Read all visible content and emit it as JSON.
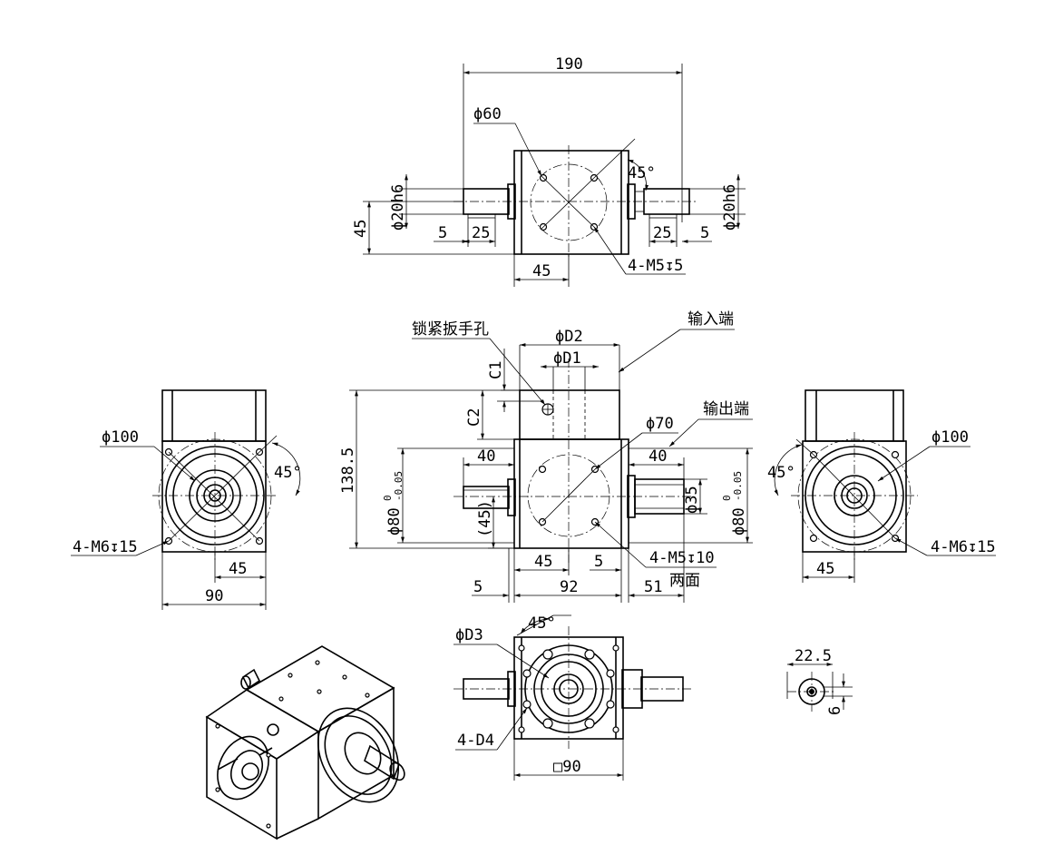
{
  "top_view": {
    "width": "190",
    "bolt_circle": "ϕ60",
    "angle": "45°",
    "shaft_left": "ϕ20h6",
    "shaft_right": "ϕ20h6",
    "height": "45",
    "key_gap_left": "5",
    "key_len_left": "25",
    "key_len_right": "25",
    "key_gap_right": "5",
    "offset": "45",
    "tap": "4-M5↧5"
  },
  "front_view": {
    "wrench_hole": "锁紧扳手孔",
    "input_end": "输入端",
    "output_end": "输出端",
    "d2": "ϕD2",
    "d1": "ϕD1",
    "c1": "C1",
    "c2": "C2",
    "height": "138.5",
    "pilot_left_main": "ϕ80",
    "pilot_left_up": "0",
    "pilot_left_low": "-0.05",
    "pilot_right_main": "ϕ80",
    "pilot_right_up": "0",
    "pilot_right_low": "-0.05",
    "shaft_len_left": "40",
    "shaft_len_right": "40",
    "bolt_circle": "ϕ70",
    "shaft_dia": "ϕ35",
    "shaft_height": "(45)",
    "offset_45": "45",
    "dim_5": "5",
    "tap": "4-M5↧10",
    "both_sides": "两面",
    "dim_5_bottom": "5",
    "width_92": "92",
    "dim_51": "51"
  },
  "left_view": {
    "flange": "ϕ100",
    "angle": "45°",
    "tap": "4-M6↧15",
    "offset": "45",
    "width": "90"
  },
  "right_view": {
    "flange": "ϕ100",
    "angle": "45°",
    "tap": "4-M6↧15",
    "offset": "45"
  },
  "bottom_view": {
    "angle": "45°",
    "d3": "ϕD3",
    "holes": "4-D4",
    "square": "□90"
  },
  "keyway_detail": {
    "width": "22.5",
    "depth": "6"
  }
}
